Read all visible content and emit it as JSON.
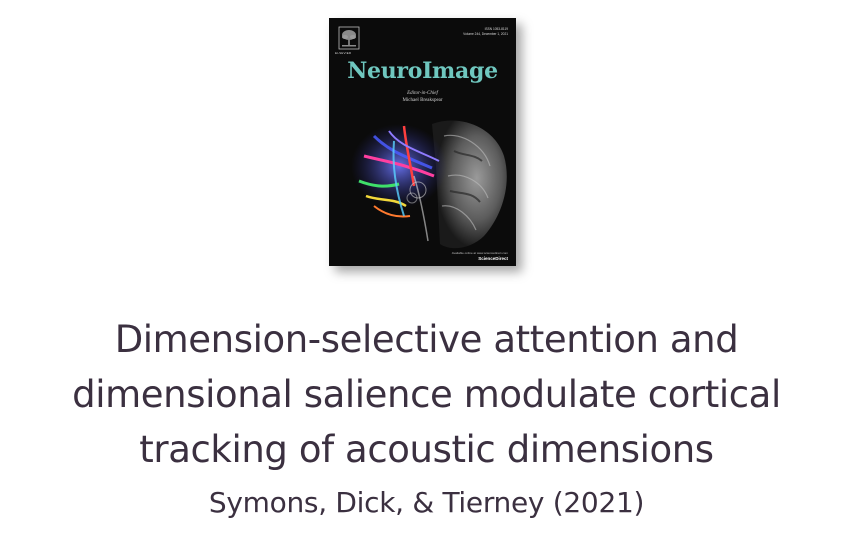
{
  "cover": {
    "publisher": "ELSEVIER",
    "volume_info": [
      "ISSN 1053-8119",
      "Volume 244, December 1, 2021"
    ],
    "journal_title": "NeuroImage",
    "editor_label": "Editor-in-Chief",
    "editor_name": "Michael Breakspear",
    "footer_line": "Available online at www.sciencedirect.com",
    "platform": "ScienceDirect",
    "image_description": "brain-tractography-artwork"
  },
  "paper": {
    "title_lines": [
      "Dimension-selective attention and",
      "dimensional salience modulate cortical",
      "tracking of acoustic dimensions"
    ],
    "citation": "Symons, Dick, & Tierney (2021)"
  },
  "colors": {
    "title_text": "#3b3040",
    "journal_accent": "#6fc7bf",
    "cover_background": "#0b0b0b"
  }
}
